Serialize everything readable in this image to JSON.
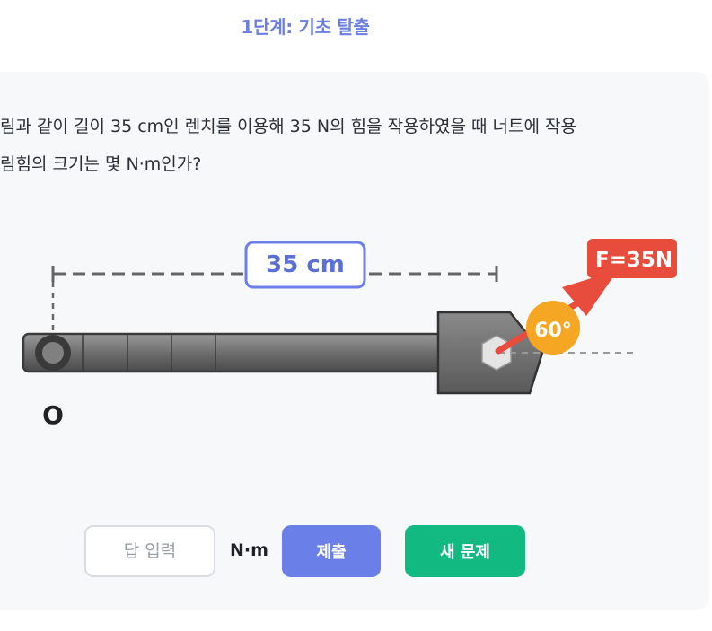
{
  "header": {
    "title": "1단계: 기초 탈출"
  },
  "question": {
    "line1": "림과 같이 길이 35 cm인 렌치를 이용해 35 N의 힘을 작용하였을 때 너트에 작용",
    "line2": "림힘의 크기는 몇 N·m인가?"
  },
  "diagram": {
    "length_label": "35 cm",
    "force_label": "F=35N",
    "angle_label": "60°",
    "pivot_label": "O",
    "length_cm": 35,
    "force_n": 35,
    "angle_deg": 60
  },
  "answer": {
    "placeholder": "답 입력",
    "unit": "N·m",
    "submit_label": "제출",
    "new_problem_label": "새 문제"
  },
  "colors": {
    "accent": "#6b7fe8",
    "success": "#12b981",
    "force": "#e74c3c",
    "angle": "#f5a623"
  }
}
